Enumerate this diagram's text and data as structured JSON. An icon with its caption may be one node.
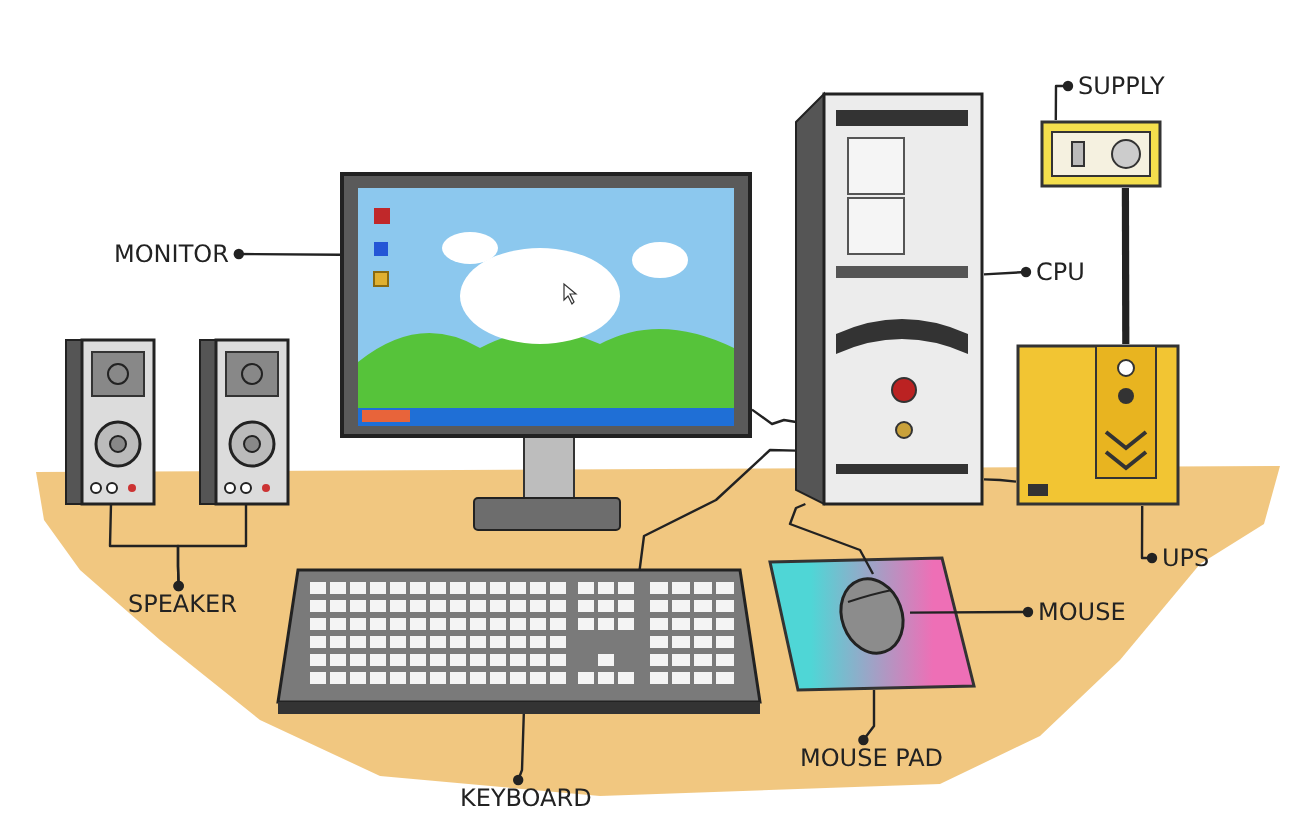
{
  "diagram": {
    "nodes": [
      {
        "text": [
          "MONITOR"
        ]
      },
      {
        "text": [],
        "shape": "picture"
      },
      {
        "text": [
          "SUPPLY"
        ]
      },
      {
        "text": [],
        "shape": "picture"
      },
      {
        "text": [
          "CPU"
        ]
      },
      {
        "text": [],
        "shape": "picture"
      },
      {
        "text": [],
        "shape": "picture"
      },
      {
        "text": [],
        "shape": "picture"
      },
      {
        "text": [
          "SPEAKER"
        ]
      },
      {
        "text": [],
        "shape": "picture"
      },
      {
        "text": [
          "UPS"
        ]
      },
      {
        "text": [],
        "shape": "picture"
      },
      {
        "text": [],
        "shape": "picture"
      },
      {
        "text": [],
        "shape": "picture",
        "in": 12
      },
      {
        "text": [
          "MOUSE"
        ]
      },
      {
        "text": [
          "MOUSE PAD"
        ]
      },
      {
        "text": [
          "KEYBOARD"
        ]
      }
    ],
    "edges": [
      {
        "from": 0,
        "to": 1,
        "arrow": "other"
      },
      {
        "from": 2,
        "to": 3,
        "arrow": "other"
      },
      {
        "from": 4,
        "to": 5,
        "arrow": "other"
      },
      {
        "from": 8,
        "to": 6,
        "arrow": "other"
      },
      {
        "from": 8,
        "to": 7,
        "arrow": "other"
      },
      {
        "from": 10,
        "to": 9,
        "arrow": "other"
      },
      {
        "from": 14,
        "to": 13,
        "arrow": "other"
      },
      {
        "from": 15,
        "to": 12,
        "arrow": "other"
      },
      {
        "from": 16,
        "to": 11,
        "arrow": "other"
      },
      {
        "from": 1,
        "to": 5,
        "arrow": "none"
      },
      {
        "from": 11,
        "to": 5,
        "arrow": "none"
      },
      {
        "from": 13,
        "to": 5,
        "arrow": "none"
      },
      {
        "from": 9,
        "to": 5,
        "arrow": "none"
      },
      {
        "from": 3,
        "to": 9,
        "arrow": "none",
        "style": "thick"
      }
    ]
  }
}
